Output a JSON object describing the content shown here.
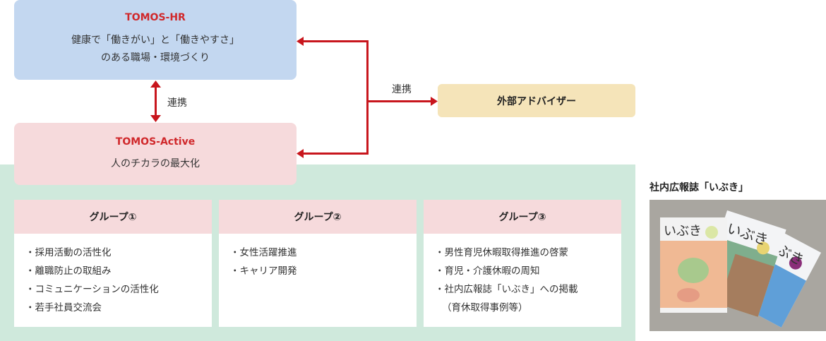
{
  "top_box": {
    "title": "TOMOS-HR",
    "lines": [
      "健康で「働きがい」と「働きやすさ」",
      "のある職場・環境づくり"
    ]
  },
  "middle_link_label": "連携",
  "bottom_box": {
    "title": "TOMOS-Active",
    "lines": [
      "人のチカラの最大化"
    ]
  },
  "external_link_label": "連携",
  "adviser_box": {
    "label": "外部アドバイザー"
  },
  "groups": [
    {
      "title": "グループ①",
      "items": [
        "・採用活動の活性化",
        "・離職防止の取組み",
        "・コミュニケーションの活性化",
        "・若手社員交流会"
      ]
    },
    {
      "title": "グループ②",
      "items": [
        "・女性活躍推進",
        "・キャリア開発"
      ]
    },
    {
      "title": "グループ③",
      "items": [
        "・男性育児休暇取得推進の啓蒙",
        "・育児・介護休暇の周知",
        "・社内広報誌「いぶき」への掲載",
        "（育休取得事例等）"
      ]
    }
  ],
  "magazine": {
    "title": "社内広報誌「いぶき」",
    "cover_titles": [
      "いぶき",
      "いぶき",
      "いぶき"
    ]
  },
  "colors": {
    "arrow": "#c8161d",
    "accent_title": "#d0282b",
    "hr_box": "#c3d7f0",
    "active_box": "#f6dadc",
    "adviser_box": "#f5e4b9",
    "group_area": "#cfe9dc"
  }
}
